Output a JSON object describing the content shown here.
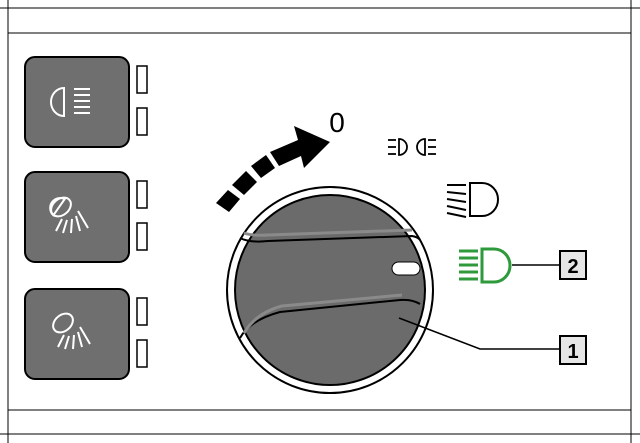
{
  "dial": {
    "zero_label": "0",
    "positions": [
      "parking-and-side-lights-icon",
      "low-beam-icon",
      "high-beam-icon"
    ],
    "selected_position": "high-beam-icon"
  },
  "callouts": [
    {
      "number": "1",
      "target": "light-switch-knob"
    },
    {
      "number": "2",
      "target": "high-beam-indicator-symbol"
    }
  ],
  "side_buttons": [
    {
      "icon": "front-fog-light-icon"
    },
    {
      "icon": "work-light-icon"
    },
    {
      "icon": "work-light-icon"
    }
  ],
  "colors": {
    "active_symbol": "#2e9a3c",
    "knob": "#6b6b6b",
    "button_face": "#6f6f6f",
    "line": "#000000"
  }
}
